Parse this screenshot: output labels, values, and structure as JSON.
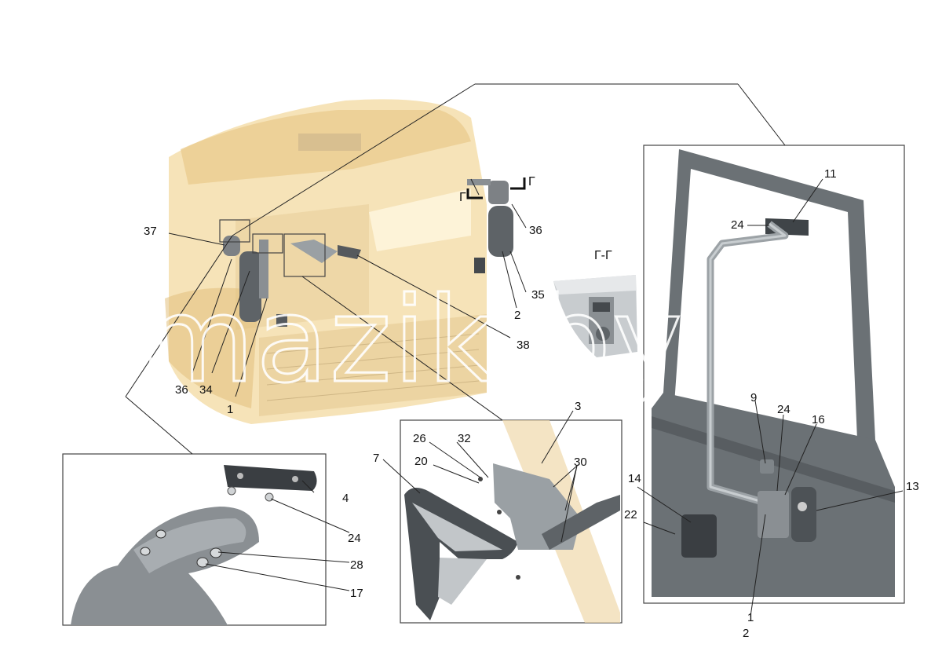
{
  "watermark": "mazik.by",
  "section_label": "Г-Г",
  "section_mark_left": "Г",
  "section_mark_right": "Г",
  "main_labels": {
    "l37": "37",
    "l36a": "36",
    "l34": "34",
    "l1a": "1",
    "l36b": "36",
    "l35": "35",
    "l2a": "2",
    "l38": "38"
  },
  "detail_left_labels": {
    "l4": "4",
    "l24": "24",
    "l28": "28",
    "l17": "17"
  },
  "detail_mid_labels": {
    "l3": "3",
    "l7": "7",
    "l26": "26",
    "l32": "32",
    "l20": "20",
    "l30": "30"
  },
  "detail_right_labels": {
    "l11": "11",
    "l24a": "24",
    "l9": "9",
    "l24b": "24",
    "l16": "16",
    "l14": "14",
    "l13": "13",
    "l22": "22",
    "l1": "1",
    "l2": "2"
  },
  "colors": {
    "cab": "#f3d9a0",
    "cab_dark": "#e2c07c",
    "part_gray": "#8a8f93",
    "panel_gray": "#6b7175"
  }
}
